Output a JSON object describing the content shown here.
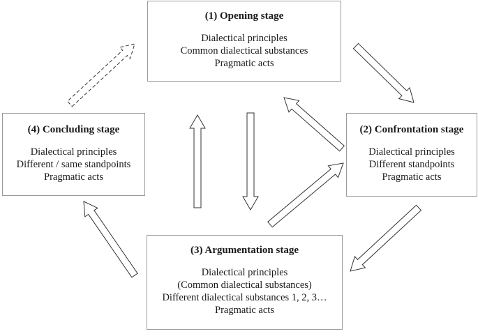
{
  "stages": {
    "opening": {
      "title": "(1) Opening stage",
      "lines": [
        "Dialectical principles",
        "Common dialectical substances",
        "Pragmatic acts"
      ]
    },
    "confrontation": {
      "title": "(2) Confrontation stage",
      "lines": [
        "Dialectical principles",
        "Different standpoints",
        "Pragmatic acts"
      ]
    },
    "argumentation": {
      "title": "(3) Argumentation stage",
      "lines": [
        "Dialectical principles",
        "(Common dialectical substances)",
        "Different dialectical substances 1, 2, 3…",
        "Pragmatic acts"
      ]
    },
    "concluding": {
      "title": "(4) Concluding stage",
      "lines": [
        "Dialectical principles",
        "Different / same standpoints",
        "Pragmatic acts"
      ]
    }
  },
  "arrows": [
    {
      "from": "opening",
      "to": "confrontation",
      "style": "solid"
    },
    {
      "from": "confrontation",
      "to": "opening",
      "style": "solid"
    },
    {
      "from": "confrontation",
      "to": "argumentation",
      "style": "solid"
    },
    {
      "from": "argumentation",
      "to": "confrontation",
      "style": "solid"
    },
    {
      "from": "opening",
      "to": "argumentation",
      "style": "solid"
    },
    {
      "from": "argumentation",
      "to": "opening",
      "style": "solid"
    },
    {
      "from": "argumentation",
      "to": "concluding",
      "style": "solid"
    },
    {
      "from": "concluding",
      "to": "opening",
      "style": "dashed"
    }
  ]
}
